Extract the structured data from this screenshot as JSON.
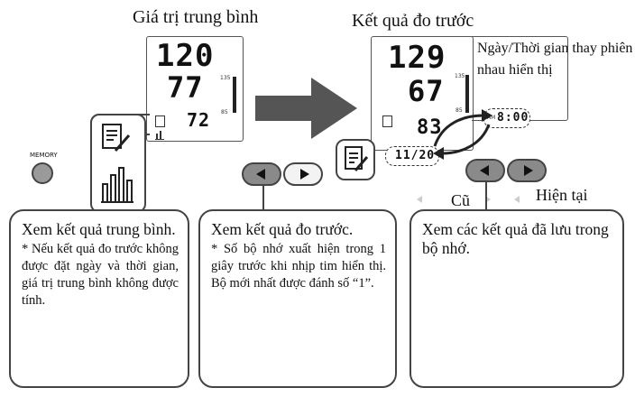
{
  "labels": {
    "average_title": "Giá trị trung bình",
    "previous_title": "Kết quả đo trước",
    "date_time_note": "Ngày/Thời gian thay phiên nhau hiển thị",
    "memory_button": "MEMORY",
    "old": "Cũ",
    "current": "Hiện tại"
  },
  "display_average": {
    "systolic": "120",
    "diastolic": "77",
    "pulse": "72",
    "scale_high": "135",
    "scale_low": "85"
  },
  "display_previous": {
    "systolic": "129",
    "diastolic": "67",
    "pulse": "83",
    "scale_high": "135",
    "scale_low": "85",
    "am_marker": "AM",
    "time": "8:00",
    "date": "11/20"
  },
  "boxes": [
    {
      "heading": "Xem kết quả trung bình.",
      "note": "* Nếu kết quả đo trước không được đặt ngày và thời gian, giá trị trung bình không được tính."
    },
    {
      "heading": "Xem kết quả đo trước.",
      "note": "* Số bộ nhớ xuất hiện trong 1 giây trước khi nhịp tim hiển thị. Bộ mới nhất được đánh số “1”."
    },
    {
      "heading": "Xem các kết quả đã lưu trong bộ nhớ.",
      "note": ""
    }
  ],
  "icons": [
    "memory-button-icon",
    "memo-pencil-icon",
    "average-bars-icon",
    "arrow-right-icon",
    "left-arrow-button-icon",
    "right-arrow-button-icon",
    "alternate-arrows-icon"
  ],
  "colors": {
    "frame": "#444444",
    "arrow": "#555555",
    "button_dark": "#8a8a8a",
    "button_light": "#f3f3f3"
  }
}
